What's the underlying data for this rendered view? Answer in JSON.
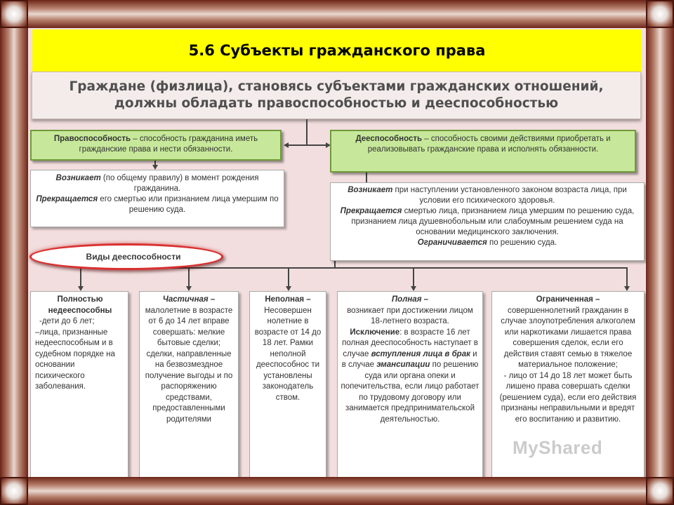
{
  "title": "5.6 Субъекты гражданского права",
  "header": "Граждане (физлица), становясь субъектами гражданских отношений,\nдолжны обладать правоспособностью и дееспособностью",
  "pravosposobnost": {
    "term": "Правоспособность",
    "definition": " – способность гражданина иметь гражданские права и нести обязанности."
  },
  "deesposobnost": {
    "term": "Дееспособность",
    "definition": " – способность своими действиями приобретать и реализовывать гражданские права и исполнять обязанности."
  },
  "left_info": {
    "arises_label": "Возникает",
    "arises_text": " (по общему правилу) в момент рождения гражданина.",
    "ends_label": "Прекращается",
    "ends_text": " его смертью или признанием лица умершим по решению суда."
  },
  "right_info": {
    "arises_label": "Возникает",
    "arises_text": " при наступлении установленного законом возраста лица, при условии его психического здоровья.",
    "ends_label": "Прекращается",
    "ends_text": " смертью лица, признанием лица умершим по решению суда, признанием лица душевнобольным или слабоумным решением суда на основании медицинского заключения.",
    "limited_label": "Ограничивается",
    "limited_text": " по решению суда."
  },
  "kinds_label": "Виды дееспособности",
  "columns": {
    "c1": {
      "title": "Полностью недееспособны",
      "l1": "-дети до 6 лет;",
      "l2": "–лица, признанные недееспособным и в судебном порядке на основании психического заболевания."
    },
    "c2": {
      "title": "Частичная",
      "dash": " –",
      "text": " малолетние в возрасте от 6 до 14 лет вправе совершать: мелкие бытовые сделки; сделки, направленные на безвозмездное получение выгоды и по распоряжению средствами, предоставленными родителями"
    },
    "c3": {
      "title": "Неполная –",
      "text": "Несовершен нолетние в возрасте от 14 до 18 лет. Рамки неполной дееспособнос ти установлены законодатель ством."
    },
    "c4": {
      "title": "Полная",
      "dash": " –",
      "text1": "возникает при достижении лицом 18-летнего возраста.",
      "exception_label": "Исключение",
      "text2": ": в возрасте 16 лет полная дееспособность наступает в случае ",
      "marriage": "вступления лица в брак",
      "text3": " и в случае ",
      "emancipation": "эмансипации",
      "text4": " по решению суда или органа опеки и попечительства, если лицо работает по трудовому договору или занимается предпринимательской деятельностью."
    },
    "c5": {
      "title": "Ограниченная –",
      "text1": "совершеннолетний гражданин в случае злоупотребления алкоголем или наркотиками лишается права совершения сделок, если его действия ставят семью в тяжелое материальное положение;",
      "text2": "- лицо от 14 до 18 лет может быть лишено права совершать сделки (решением суда), если его действия признаны неправильными и вредят его воспитанию и развитию."
    }
  },
  "watermark": "MyShared"
}
